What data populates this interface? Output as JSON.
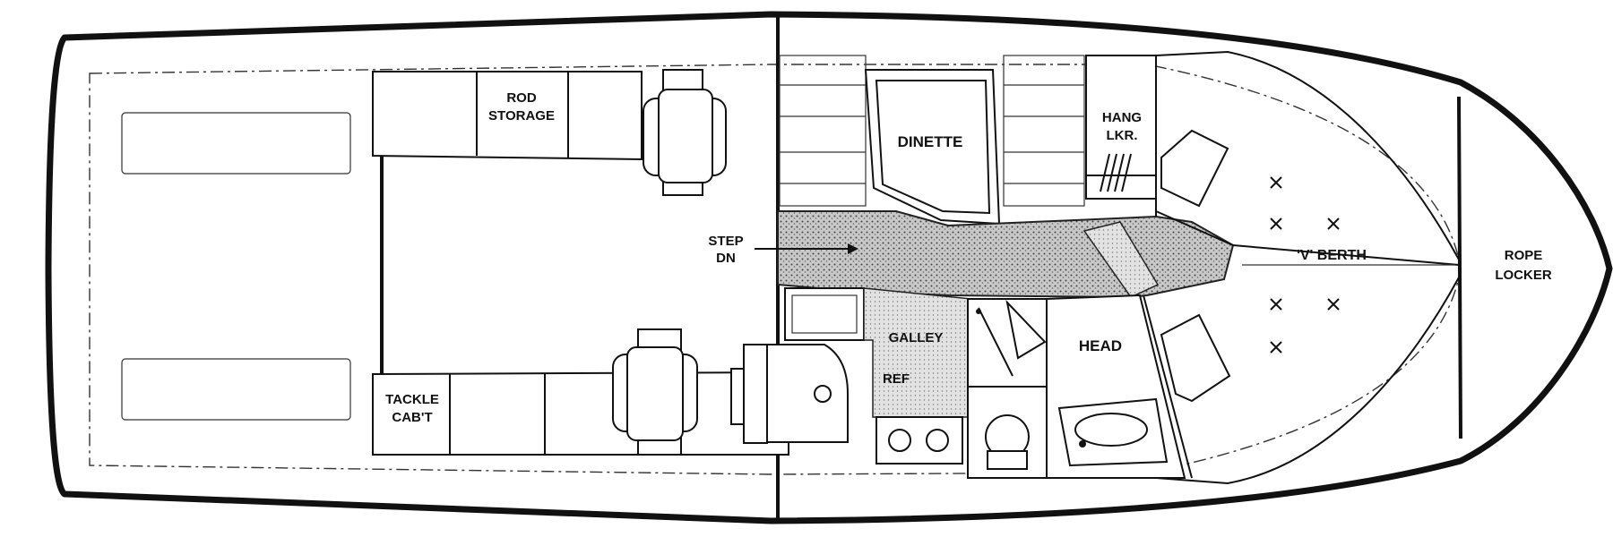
{
  "labels": {
    "rod_storage_1": "ROD",
    "rod_storage_2": "STORAGE",
    "tackle_1": "TACKLE",
    "tackle_2": "CAB'T",
    "step_1": "STEP",
    "step_2": "DN",
    "dinette": "DINETTE",
    "hang_1": "HANG",
    "hang_2": "LKR.",
    "galley": "GALLEY",
    "ref": "REF",
    "head": "HEAD",
    "v_berth": "'V' BERTH",
    "rope_1": "ROPE",
    "rope_2": "LOCKER"
  },
  "colors": {
    "line": "#111111",
    "background": "#ffffff",
    "stipple": "#9a9a9a"
  }
}
